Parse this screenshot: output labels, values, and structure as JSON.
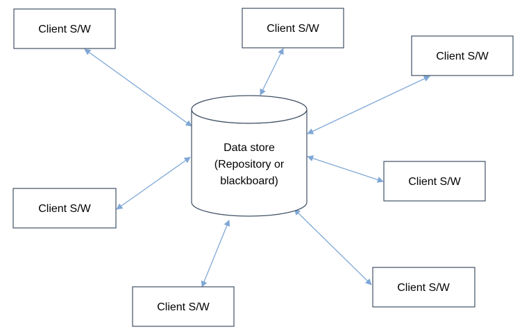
{
  "data_store": {
    "lines": [
      "Data store",
      "(Repository or",
      "blackboard)"
    ]
  },
  "clients": [
    {
      "label": "Client S/W"
    },
    {
      "label": "Client S/W"
    },
    {
      "label": "Client S/W"
    },
    {
      "label": "Client S/W"
    },
    {
      "label": "Client S/W"
    },
    {
      "label": "Client S/W"
    },
    {
      "label": "Client S/W"
    }
  ],
  "colors": {
    "connector": "#7fa7d6",
    "outline": "#3f4f63",
    "text": "#000000"
  }
}
